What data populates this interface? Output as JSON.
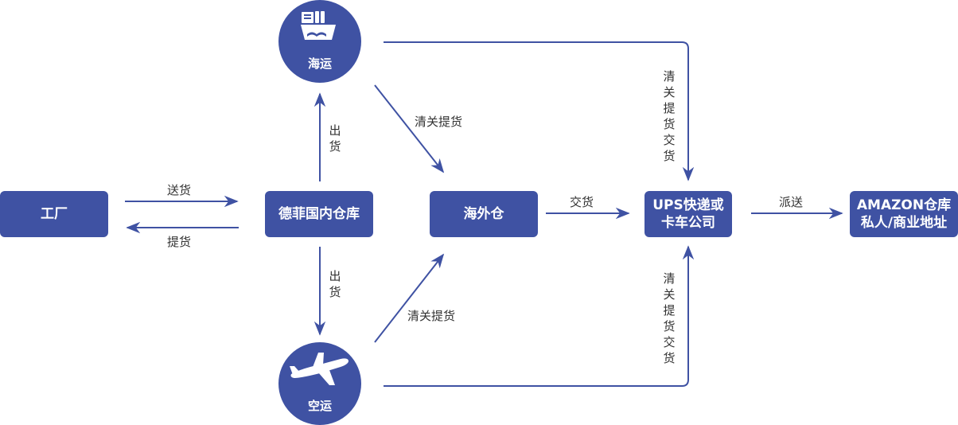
{
  "nodes": {
    "factory": "工厂",
    "domestic_warehouse": "德菲国内仓库",
    "overseas_warehouse": "海外仓",
    "ups_line1": "UPS快递或",
    "ups_line2": "卡车公司",
    "amazon_line1": "AMAZON仓库",
    "amazon_line2": "私人/商业地址",
    "sea": "海运",
    "air": "空运"
  },
  "edges": {
    "deliver": "送货",
    "pickup": "提货",
    "ship_out_up": "出货",
    "ship_out_down": "出货",
    "customs_pickup_sea": "清关提货",
    "customs_pickup_air": "清关提货",
    "handover": "交货",
    "dispatch": "派送",
    "customs_pickup_handover_top": "清关提货交货",
    "customs_pickup_handover_bottom": "清关提货交货"
  },
  "icons": {
    "sea": "ship-icon",
    "air": "airplane-icon"
  },
  "colors": {
    "node_fill": "#3f52a3",
    "arrow": "#3f52a3"
  }
}
